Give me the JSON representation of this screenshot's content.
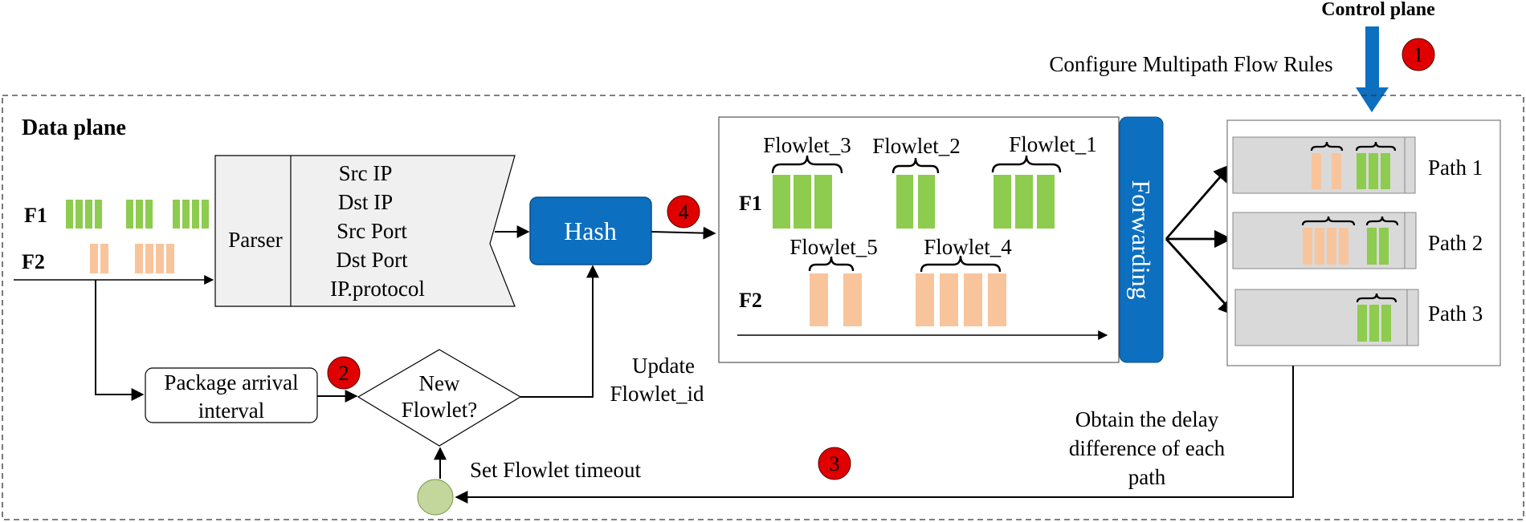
{
  "colors": {
    "green": "#8dcc4e",
    "orange": "#f8c49c",
    "blue": "#0d6fbf",
    "red": "#e00000",
    "gray_box": "#f0f0f0",
    "path_fill": "#d9d9d9",
    "timer": "#c3d69b"
  },
  "control_plane": {
    "label": "Control plane",
    "rule_label": "Configure Multipath Flow Rules"
  },
  "data_plane": {
    "label": "Data plane"
  },
  "flows": {
    "f1": "F1",
    "f2": "F2"
  },
  "parser": {
    "label": "Parser",
    "fields": [
      "Src IP",
      "Dst IP",
      "Src Port",
      "Dst Port",
      "IP.protocol"
    ]
  },
  "hash": {
    "label": "Hash"
  },
  "arrival": {
    "line1": "Package arrival",
    "line2": "interval"
  },
  "decision": {
    "line1": "New",
    "line2": "Flowlet?"
  },
  "update": {
    "line1": "Update",
    "line2": "Flowlet_id"
  },
  "timeout": {
    "label": "Set Flowlet timeout"
  },
  "delay": {
    "line1": "Obtain the delay",
    "line2": "difference of each",
    "line3": "path"
  },
  "flowlet_box": {
    "f1": "F1",
    "f2": "F2",
    "flowlets": [
      "Flowlet_3",
      "Flowlet_2",
      "Flowlet_1",
      "Flowlet_5",
      "Flowlet_4"
    ]
  },
  "forwarding": {
    "label": "Forwarding"
  },
  "paths": [
    "Path 1",
    "Path 2",
    "Path 3"
  ],
  "steps": [
    "1",
    "2",
    "3",
    "4"
  ]
}
